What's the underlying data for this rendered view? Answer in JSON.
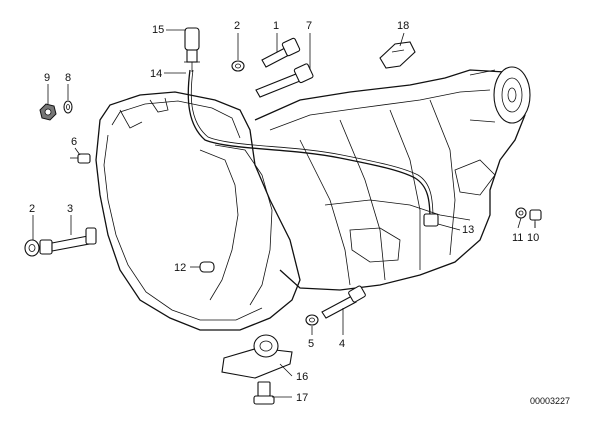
{
  "labels": {
    "p1": "1",
    "p2a": "2",
    "p2b": "2",
    "p3": "3",
    "p4": "4",
    "p5": "5",
    "p6": "6",
    "p7": "7",
    "p8": "8",
    "p9": "9",
    "p10": "10",
    "p11": "11",
    "p12": "12",
    "p13": "13",
    "p14": "14",
    "p15": "15",
    "p16": "16",
    "p17": "17",
    "p18": "18"
  },
  "reference_code": "00003227"
}
